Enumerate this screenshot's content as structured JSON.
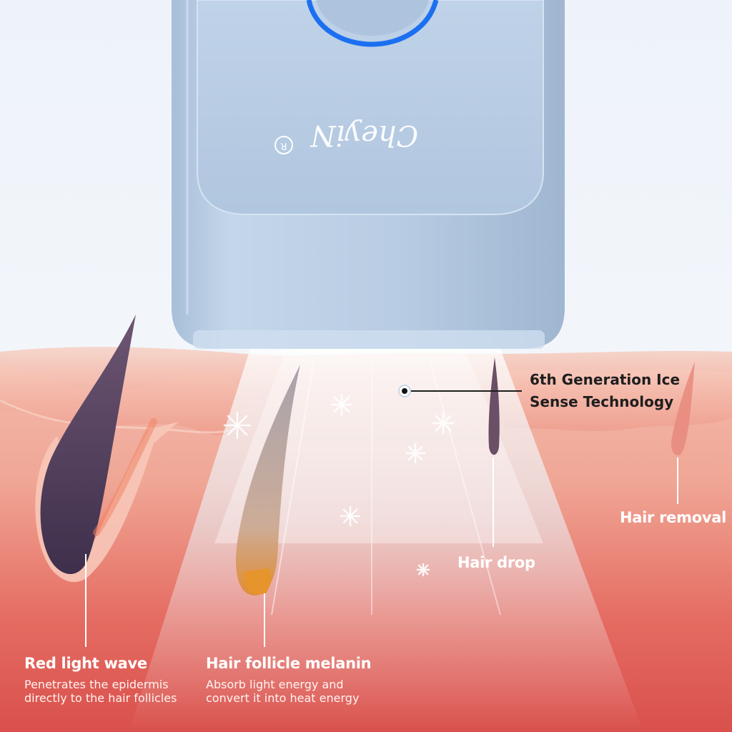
{
  "brand": {
    "logo_text": "CheyiN",
    "registered_mark": "R"
  },
  "callouts": {
    "ice_sense": {
      "line1": "6th Generation Ice",
      "line2": "Sense Technology"
    },
    "hair_removal": {
      "title": "Hair removal"
    },
    "hair_drop": {
      "title": "Hair drop"
    },
    "red_light": {
      "title": "Red light wave",
      "desc_line1": "Penetrates the epidermis",
      "desc_line2": "directly to the hair follicles"
    },
    "melanin": {
      "title": "Hair follicle melanin",
      "desc_line1": "Absorb light energy and",
      "desc_line2": "convert it into heat energy"
    }
  },
  "colors": {
    "device": "#b9cde3",
    "skin": "#f1b7a7",
    "dermis": "#e4675f",
    "light_beam": "#eaf7ff",
    "indicator_ring": "#1c6ff0"
  },
  "icons": [
    "snowflake-icon",
    "ring-indicator-icon"
  ]
}
